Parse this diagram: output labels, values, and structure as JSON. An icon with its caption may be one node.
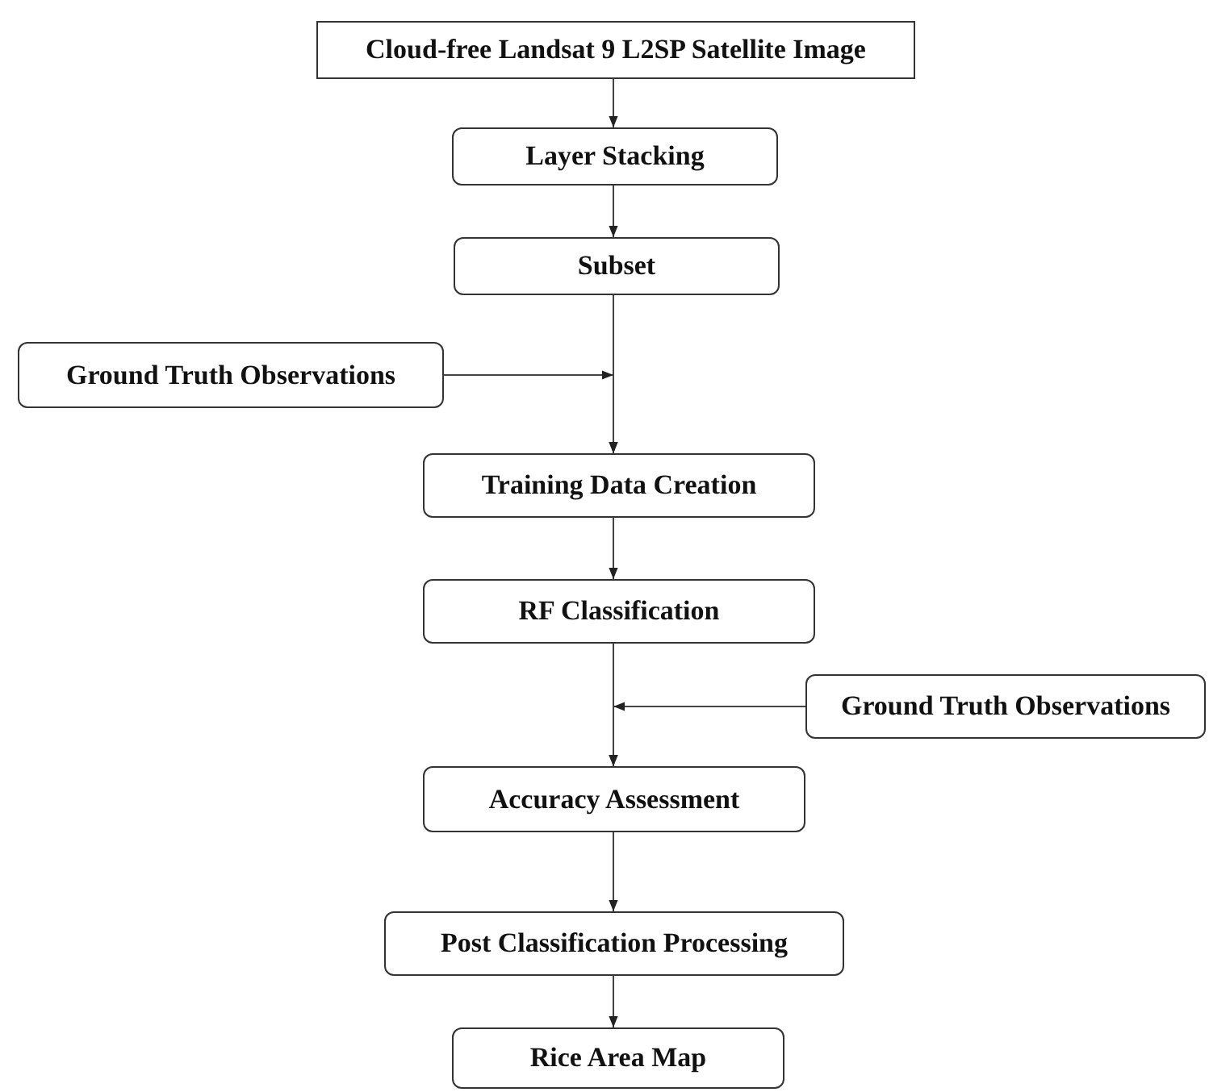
{
  "diagram": {
    "nodes": [
      {
        "text": [
          "Cloud-free Landsat 9 L2SP Satellite Image"
        ]
      },
      {
        "text": [
          "Layer Stacking"
        ]
      },
      {
        "text": [
          "Subset"
        ]
      },
      {
        "text": [
          "Ground Truth Observations"
        ]
      },
      {
        "text": [
          "Training Data Creation"
        ]
      },
      {
        "text": [
          "RF Classification"
        ]
      },
      {
        "text": [
          "Ground Truth Observations"
        ]
      },
      {
        "text": [
          "Accuracy Assessment"
        ]
      },
      {
        "text": [
          "Post Classification Processing"
        ]
      },
      {
        "text": [
          "Rice Area Map"
        ]
      }
    ],
    "edges": [
      {
        "from": 0,
        "to": 1,
        "arrow": "to"
      },
      {
        "from": 1,
        "to": 2,
        "arrow": "to"
      },
      {
        "from": 2,
        "to": 4,
        "arrow": "to"
      },
      {
        "from": 3,
        "to": 4,
        "arrow": "to"
      },
      {
        "from": 4,
        "to": 5,
        "arrow": "to"
      },
      {
        "from": 5,
        "to": 7,
        "arrow": "to"
      },
      {
        "from": 6,
        "to": 7,
        "arrow": "to"
      },
      {
        "from": 7,
        "to": 8,
        "arrow": "to"
      },
      {
        "from": 8,
        "to": 9,
        "arrow": "to"
      }
    ]
  }
}
